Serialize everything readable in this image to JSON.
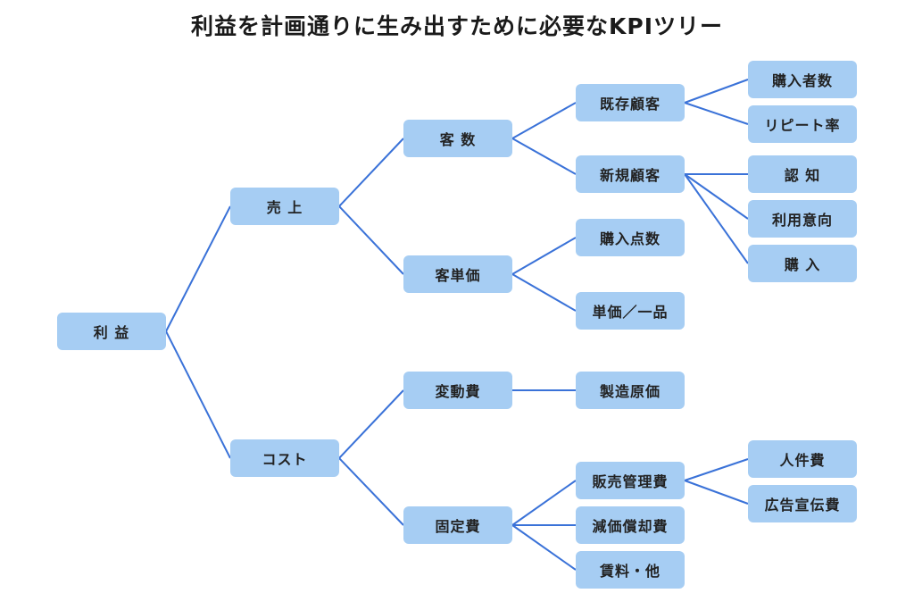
{
  "title": "利益を計画通りに生み出すために必要なKPIツリー",
  "line_color": "#3a72d8",
  "box_color": "#a6cdf3",
  "nodes": {
    "profit": "利 益",
    "sales": "売 上",
    "cost": "コスト",
    "customers": "客 数",
    "unit_price": "客単価",
    "variable_cost": "変動費",
    "fixed_cost": "固定費",
    "existing": "既存顧客",
    "new": "新規顧客",
    "items": "購入点数",
    "price_per_item": "単価／一品",
    "manufacturing": "製造原価",
    "sga": "販売管理費",
    "depreciation": "減価償却費",
    "rent": "賃料・他",
    "buyers": "購入者数",
    "repeat": "リピート率",
    "awareness": "認 知",
    "intent": "利用意向",
    "purchase": "購 入",
    "personnel": "人件費",
    "ads": "広告宣伝費"
  }
}
